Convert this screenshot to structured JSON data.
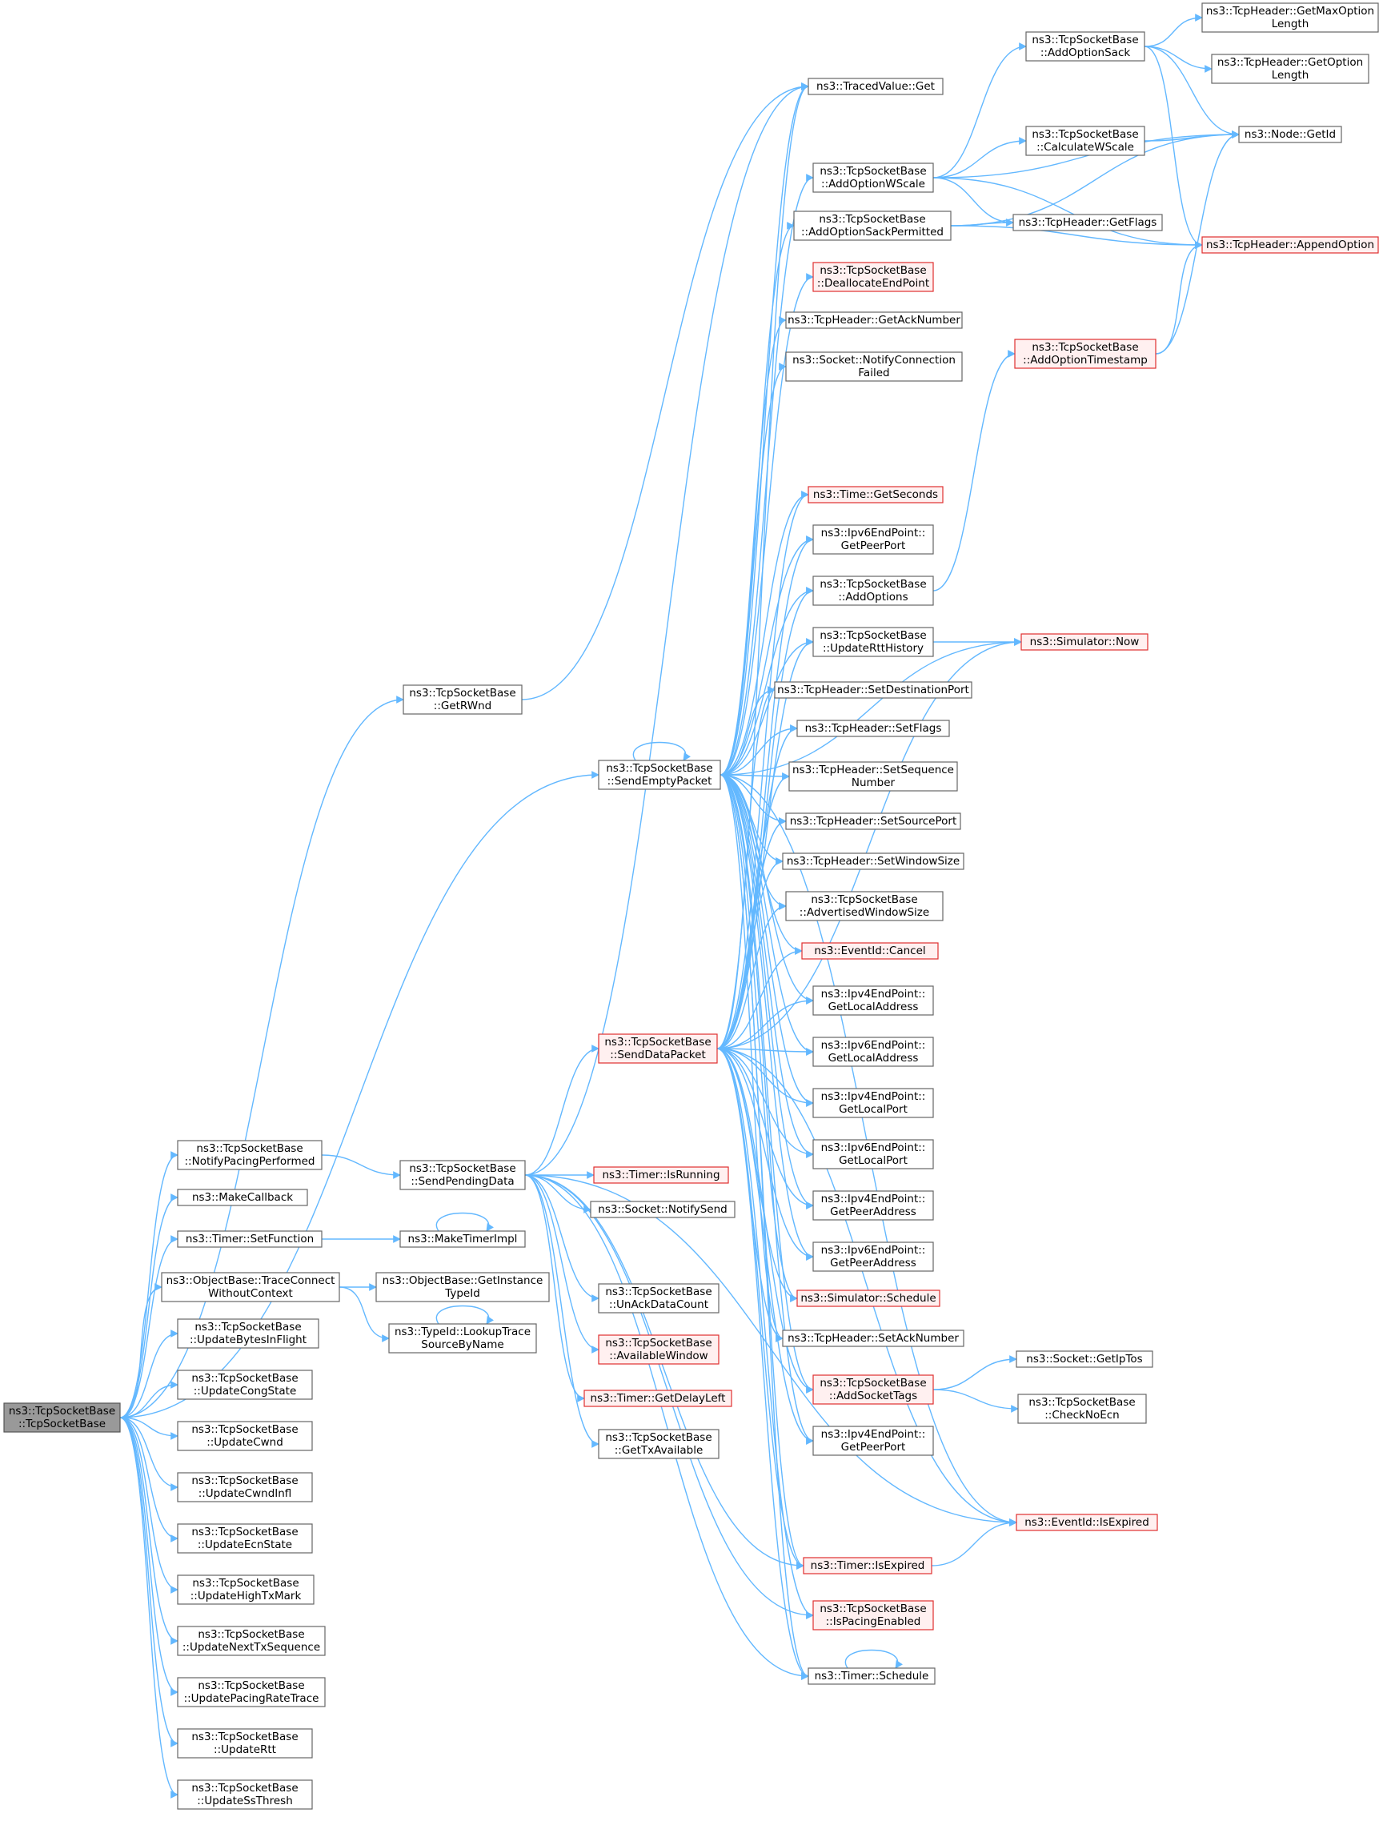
{
  "colors": {
    "edge": "#63b8ff",
    "node_border": "#666666",
    "node_fill": "#ffffff",
    "truncated_border": "#e03030",
    "truncated_fill": "#fff0f0",
    "root_fill": "#999999"
  },
  "nodes": [
    {
      "id": "root",
      "lines": [
        "ns3::TcpSocketBase",
        "::TcpSocketBase"
      ],
      "style": "root"
    },
    {
      "id": "getrwnd",
      "lines": [
        "ns3::TcpSocketBase",
        "::GetRWnd"
      ],
      "style": "normal"
    },
    {
      "id": "sendempty",
      "lines": [
        "ns3::TcpSocketBase",
        "::SendEmptyPacket"
      ],
      "style": "normal"
    },
    {
      "id": "senddata",
      "lines": [
        "ns3::TcpSocketBase",
        "::SendDataPacket"
      ],
      "style": "red"
    },
    {
      "id": "notifypacing",
      "lines": [
        "ns3::TcpSocketBase",
        "::NotifyPacingPerformed"
      ],
      "style": "normal"
    },
    {
      "id": "sendpending",
      "lines": [
        "ns3::TcpSocketBase",
        "::SendPendingData"
      ],
      "style": "normal"
    },
    {
      "id": "makecallback",
      "lines": [
        "ns3::MakeCallback"
      ],
      "style": "normal"
    },
    {
      "id": "timersetfunc",
      "lines": [
        "ns3::Timer::SetFunction"
      ],
      "style": "normal"
    },
    {
      "id": "maketimerimpl",
      "lines": [
        "ns3::MakeTimerImpl"
      ],
      "style": "normal"
    },
    {
      "id": "traceconnect",
      "lines": [
        "ns3::ObjectBase::TraceConnect",
        "WithoutContext"
      ],
      "style": "normal"
    },
    {
      "id": "getinstancetypeid",
      "lines": [
        "ns3::ObjectBase::GetInstance",
        "TypeId"
      ],
      "style": "normal"
    },
    {
      "id": "lookuptrace",
      "lines": [
        "ns3::TypeId::LookupTrace",
        "SourceByName"
      ],
      "style": "normal"
    },
    {
      "id": "upd_bytes",
      "lines": [
        "ns3::TcpSocketBase",
        "::UpdateBytesInFlight"
      ],
      "style": "normal"
    },
    {
      "id": "upd_cong",
      "lines": [
        "ns3::TcpSocketBase",
        "::UpdateCongState"
      ],
      "style": "normal"
    },
    {
      "id": "upd_cwnd",
      "lines": [
        "ns3::TcpSocketBase",
        "::UpdateCwnd"
      ],
      "style": "normal"
    },
    {
      "id": "upd_cwndinfl",
      "lines": [
        "ns3::TcpSocketBase",
        "::UpdateCwndInfl"
      ],
      "style": "normal"
    },
    {
      "id": "upd_ecn",
      "lines": [
        "ns3::TcpSocketBase",
        "::UpdateEcnState"
      ],
      "style": "normal"
    },
    {
      "id": "upd_hightx",
      "lines": [
        "ns3::TcpSocketBase",
        "::UpdateHighTxMark"
      ],
      "style": "normal"
    },
    {
      "id": "upd_nexttx",
      "lines": [
        "ns3::TcpSocketBase",
        "::UpdateNextTxSequence"
      ],
      "style": "normal"
    },
    {
      "id": "upd_pacing",
      "lines": [
        "ns3::TcpSocketBase",
        "::UpdatePacingRateTrace"
      ],
      "style": "normal"
    },
    {
      "id": "upd_rtt",
      "lines": [
        "ns3::TcpSocketBase",
        "::UpdateRtt"
      ],
      "style": "normal"
    },
    {
      "id": "upd_ssthresh",
      "lines": [
        "ns3::TcpSocketBase",
        "::UpdateSsThresh"
      ],
      "style": "normal"
    },
    {
      "id": "timer_isrunning",
      "lines": [
        "ns3::Timer::IsRunning"
      ],
      "style": "red"
    },
    {
      "id": "notifysend",
      "lines": [
        "ns3::Socket::NotifySend"
      ],
      "style": "normal"
    },
    {
      "id": "unackdata",
      "lines": [
        "ns3::TcpSocketBase",
        "::UnAckDataCount"
      ],
      "style": "normal"
    },
    {
      "id": "availwindow",
      "lines": [
        "ns3::TcpSocketBase",
        "::AvailableWindow"
      ],
      "style": "red"
    },
    {
      "id": "getdelayleft",
      "lines": [
        "ns3::Timer::GetDelayLeft"
      ],
      "style": "red"
    },
    {
      "id": "gettxavail",
      "lines": [
        "ns3::TcpSocketBase",
        "::GetTxAvailable"
      ],
      "style": "normal"
    },
    {
      "id": "tracedvalue",
      "lines": [
        "ns3::TracedValue::Get"
      ],
      "style": "normal"
    },
    {
      "id": "addoptwscale",
      "lines": [
        "ns3::TcpSocketBase",
        "::AddOptionWScale"
      ],
      "style": "normal"
    },
    {
      "id": "addoptsackperm",
      "lines": [
        "ns3::TcpSocketBase",
        "::AddOptionSackPermitted"
      ],
      "style": "normal"
    },
    {
      "id": "dealloc",
      "lines": [
        "ns3::TcpSocketBase",
        "::DeallocateEndPoint"
      ],
      "style": "red"
    },
    {
      "id": "getacknumber",
      "lines": [
        "ns3::TcpHeader::GetAckNumber"
      ],
      "style": "normal"
    },
    {
      "id": "notifyconnfail",
      "lines": [
        "ns3::Socket::NotifyConnection",
        "Failed"
      ],
      "style": "normal"
    },
    {
      "id": "timegetseconds",
      "lines": [
        "ns3::Time::GetSeconds"
      ],
      "style": "red"
    },
    {
      "id": "ipv6peerport_a",
      "lines": [
        "ns3::Ipv6EndPoint::",
        "GetPeerPort"
      ],
      "style": "normal"
    },
    {
      "id": "addoptions",
      "lines": [
        "ns3::TcpSocketBase",
        "::AddOptions"
      ],
      "style": "normal"
    },
    {
      "id": "updatertthist",
      "lines": [
        "ns3::TcpSocketBase",
        "::UpdateRttHistory"
      ],
      "style": "normal"
    },
    {
      "id": "setdestport",
      "lines": [
        "ns3::TcpHeader::SetDestinationPort"
      ],
      "style": "normal"
    },
    {
      "id": "setflags",
      "lines": [
        "ns3::TcpHeader::SetFlags"
      ],
      "style": "normal"
    },
    {
      "id": "setseq",
      "lines": [
        "ns3::TcpHeader::SetSequence",
        "Number"
      ],
      "style": "normal"
    },
    {
      "id": "setsrcport",
      "lines": [
        "ns3::TcpHeader::SetSourcePort"
      ],
      "style": "normal"
    },
    {
      "id": "setwinsize",
      "lines": [
        "ns3::TcpHeader::SetWindowSize"
      ],
      "style": "normal"
    },
    {
      "id": "advwinsize",
      "lines": [
        "ns3::TcpSocketBase",
        "::AdvertisedWindowSize"
      ],
      "style": "normal"
    },
    {
      "id": "eventcancel",
      "lines": [
        "ns3::EventId::Cancel"
      ],
      "style": "red"
    },
    {
      "id": "ipv4localaddr",
      "lines": [
        "ns3::Ipv4EndPoint::",
        "GetLocalAddress"
      ],
      "style": "normal"
    },
    {
      "id": "ipv6localaddr",
      "lines": [
        "ns3::Ipv6EndPoint::",
        "GetLocalAddress"
      ],
      "style": "normal"
    },
    {
      "id": "ipv4localport",
      "lines": [
        "ns3::Ipv4EndPoint::",
        "GetLocalPort"
      ],
      "style": "normal"
    },
    {
      "id": "ipv6localport",
      "lines": [
        "ns3::Ipv6EndPoint::",
        "GetLocalPort"
      ],
      "style": "normal"
    },
    {
      "id": "ipv4peeraddr",
      "lines": [
        "ns3::Ipv4EndPoint::",
        "GetPeerAddress"
      ],
      "style": "normal"
    },
    {
      "id": "ipv6peeraddr",
      "lines": [
        "ns3::Ipv6EndPoint::",
        "GetPeerAddress"
      ],
      "style": "normal"
    },
    {
      "id": "simschedule",
      "lines": [
        "ns3::Simulator::Schedule"
      ],
      "style": "red"
    },
    {
      "id": "setacknumber",
      "lines": [
        "ns3::TcpHeader::SetAckNumber"
      ],
      "style": "normal"
    },
    {
      "id": "addsockettags",
      "lines": [
        "ns3::TcpSocketBase",
        "::AddSocketTags"
      ],
      "style": "red"
    },
    {
      "id": "ipv4peerport",
      "lines": [
        "ns3::Ipv4EndPoint::",
        "GetPeerPort"
      ],
      "style": "normal"
    },
    {
      "id": "timerisexpired",
      "lines": [
        "ns3::Timer::IsExpired"
      ],
      "style": "red"
    },
    {
      "id": "ispacing",
      "lines": [
        "ns3::TcpSocketBase",
        "::IsPacingEnabled"
      ],
      "style": "red"
    },
    {
      "id": "timerschedule",
      "lines": [
        "ns3::Timer::Schedule"
      ],
      "style": "normal"
    },
    {
      "id": "addoptsack",
      "lines": [
        "ns3::TcpSocketBase",
        "::AddOptionSack"
      ],
      "style": "normal"
    },
    {
      "id": "calcwscale",
      "lines": [
        "ns3::TcpSocketBase",
        "::CalculateWScale"
      ],
      "style": "normal"
    },
    {
      "id": "tcpgetflags",
      "lines": [
        "ns3::TcpHeader::GetFlags"
      ],
      "style": "normal"
    },
    {
      "id": "addopttimestamp",
      "lines": [
        "ns3::TcpSocketBase",
        "::AddOptionTimestamp"
      ],
      "style": "red"
    },
    {
      "id": "simnow",
      "lines": [
        "ns3::Simulator::Now"
      ],
      "style": "red"
    },
    {
      "id": "getiptos",
      "lines": [
        "ns3::Socket::GetIpTos"
      ],
      "style": "normal"
    },
    {
      "id": "checknoecn",
      "lines": [
        "ns3::TcpSocketBase",
        "::CheckNoEcn"
      ],
      "style": "normal"
    },
    {
      "id": "eventisexpired",
      "lines": [
        "ns3::EventId::IsExpired"
      ],
      "style": "red"
    },
    {
      "id": "getmaxoptlen",
      "lines": [
        "ns3::TcpHeader::GetMaxOption",
        "Length"
      ],
      "style": "normal"
    },
    {
      "id": "getoptlen",
      "lines": [
        "ns3::TcpHeader::GetOption",
        "Length"
      ],
      "style": "normal"
    },
    {
      "id": "nodegetid",
      "lines": [
        "ns3::Node::GetId"
      ],
      "style": "normal"
    },
    {
      "id": "appendoption",
      "lines": [
        "ns3::TcpHeader::AppendOption"
      ],
      "style": "red"
    }
  ]
}
